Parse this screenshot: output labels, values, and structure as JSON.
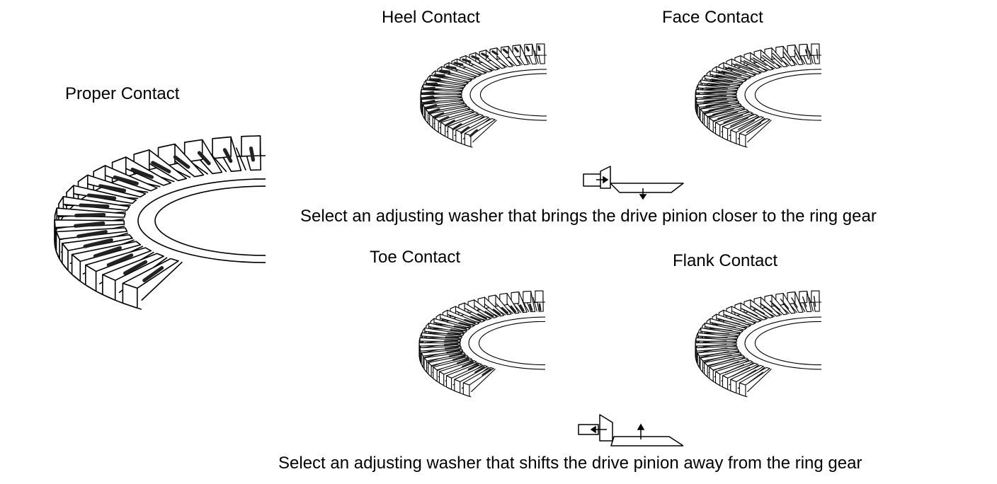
{
  "labels": {
    "proper": "Proper Contact",
    "heel": "Heel Contact",
    "face": "Face Contact",
    "toe": "Toe Contact",
    "flank": "Flank Contact"
  },
  "captions": {
    "closer": "Select an adjusting washer that brings the drive pinion closer to the ring gear",
    "away": "Select an adjusting washer that shifts the drive pinion away from the ring gear"
  },
  "gears": {
    "proper": {
      "teeth": 18,
      "contact": "center"
    },
    "heel": {
      "teeth": 26,
      "contact": "heel"
    },
    "face": {
      "teeth": 26,
      "contact": "face"
    },
    "toe": {
      "teeth": 26,
      "contact": "toe"
    },
    "flank": {
      "teeth": 26,
      "contact": "flank"
    }
  },
  "pinion_arrows": {
    "closer": {
      "shaft": "right",
      "gear": "down"
    },
    "away": {
      "shaft": "left",
      "gear": "up"
    }
  },
  "colors": {
    "ink": "#000000",
    "paper": "#ffffff",
    "contact_mark": "#222222"
  }
}
